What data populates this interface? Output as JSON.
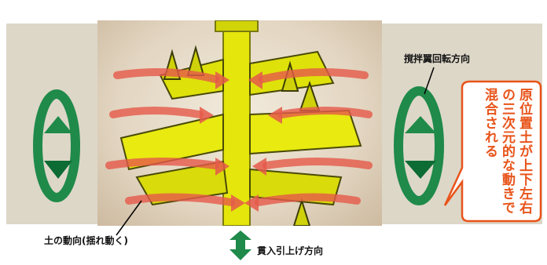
{
  "labels": {
    "stirring_wing_rotation": "撹拌翼回転方向",
    "soil_movement": "土の動向(揺れ動く)",
    "penetration_direction": "貫入引上げ方向",
    "callout_line1": "原位置土が上下左右",
    "callout_line2": "の三次元的な動きで",
    "callout_line3": "混合される"
  },
  "colors": {
    "rotation_arrow": "#1f8a4a",
    "flow_arrow": "#e65a4a",
    "machine": "#e4e60c",
    "callout_text": "#e8541a",
    "panel_bg": "#ddd7c8"
  },
  "icons": [
    "left-rotation-arrow-icon",
    "right-rotation-arrow-icon",
    "penetration-double-arrow-icon"
  ]
}
